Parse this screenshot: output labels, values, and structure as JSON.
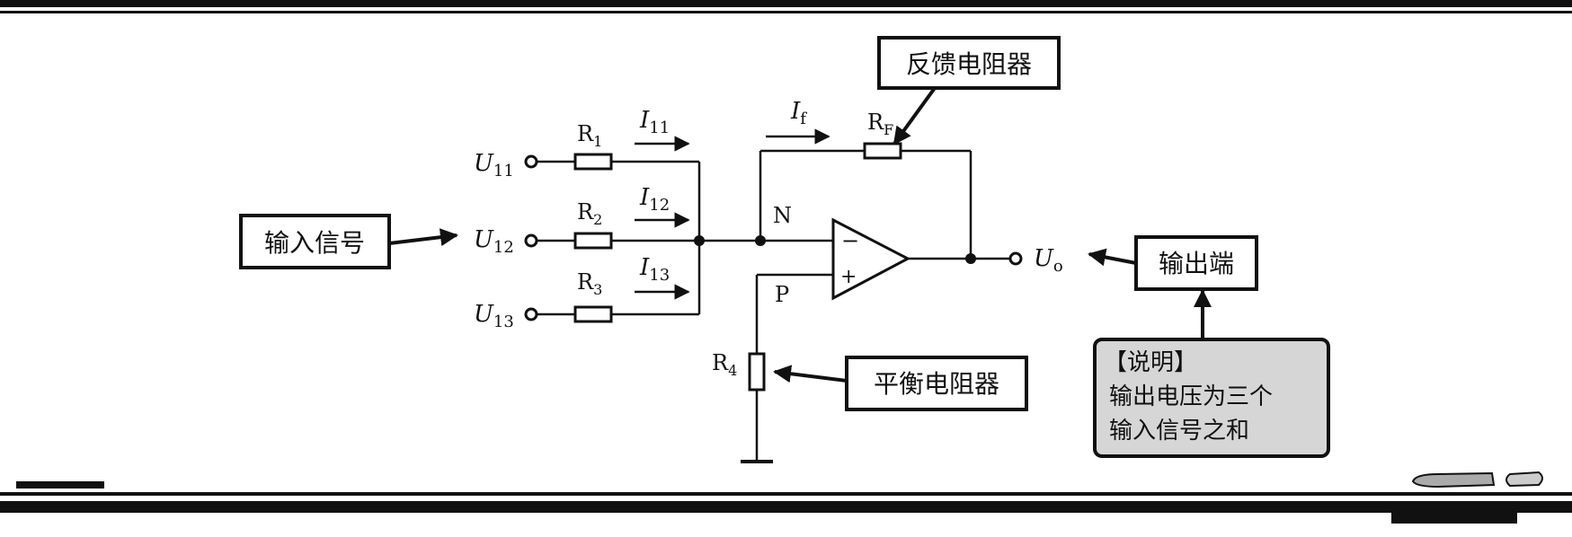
{
  "labels": {
    "u11": "U",
    "u11_sub": "11",
    "u12": "U",
    "u12_sub": "12",
    "u13": "U",
    "u13_sub": "13",
    "r1": "R",
    "r1_sub": "1",
    "r2": "R",
    "r2_sub": "2",
    "r3": "R",
    "r3_sub": "3",
    "r4": "R",
    "r4_sub": "4",
    "rf": "R",
    "rf_sub": "F",
    "i11": "I",
    "i11_sub": "11",
    "i12": "I",
    "i12_sub": "12",
    "i13": "I",
    "i13_sub": "13",
    "if": "I",
    "if_sub": "f",
    "node_n": "N",
    "node_p": "P",
    "minus": "−",
    "plus": "+",
    "uo": "U",
    "uo_sub": "o"
  },
  "callouts": {
    "feedback_resistor": "反馈电阻器",
    "input_signal": "输入信号",
    "output_terminal": "输出端",
    "balance_resistor": "平衡电阻器",
    "note_title": "【说明】",
    "note_line1": "输出电压为三个",
    "note_line2": "输入信号之和"
  },
  "colors": {
    "ink": "#111111",
    "note_fill": "#d6d6d6",
    "background": "#ffffff"
  }
}
